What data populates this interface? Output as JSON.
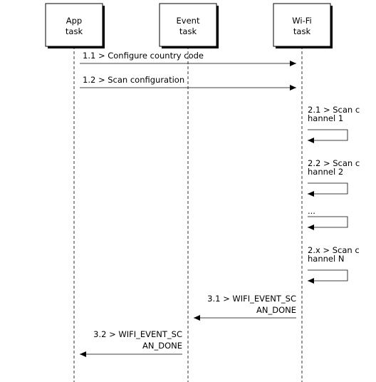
{
  "participants": [
    {
      "id": "app",
      "label_lines": [
        "App",
        "task"
      ]
    },
    {
      "id": "event",
      "label_lines": [
        "Event",
        "task"
      ]
    },
    {
      "id": "wifi",
      "label_lines": [
        "Wi-Fi",
        "task"
      ]
    }
  ],
  "messages": [
    {
      "from": "app",
      "to": "wifi",
      "label_lines": [
        "1.1 > Configure country code"
      ]
    },
    {
      "from": "app",
      "to": "wifi",
      "label_lines": [
        "1.2 > Scan configuration"
      ]
    },
    {
      "from": "wifi",
      "to": "wifi",
      "label_lines": [
        "2.1 > Scan c",
        "hannel 1"
      ]
    },
    {
      "from": "wifi",
      "to": "wifi",
      "label_lines": [
        "2.2 > Scan c",
        "hannel 2"
      ]
    },
    {
      "from": "wifi",
      "to": "wifi",
      "label_lines": [
        "..."
      ]
    },
    {
      "from": "wifi",
      "to": "wifi",
      "label_lines": [
        "2.x > Scan c",
        "hannel N"
      ]
    },
    {
      "from": "wifi",
      "to": "event",
      "label_lines": [
        "3.1 > WIFI_EVENT_SC",
        "AN_DONE"
      ]
    },
    {
      "from": "event",
      "to": "app",
      "label_lines": [
        "3.2 > WIFI_EVENT_SC",
        "AN_DONE"
      ]
    }
  ]
}
